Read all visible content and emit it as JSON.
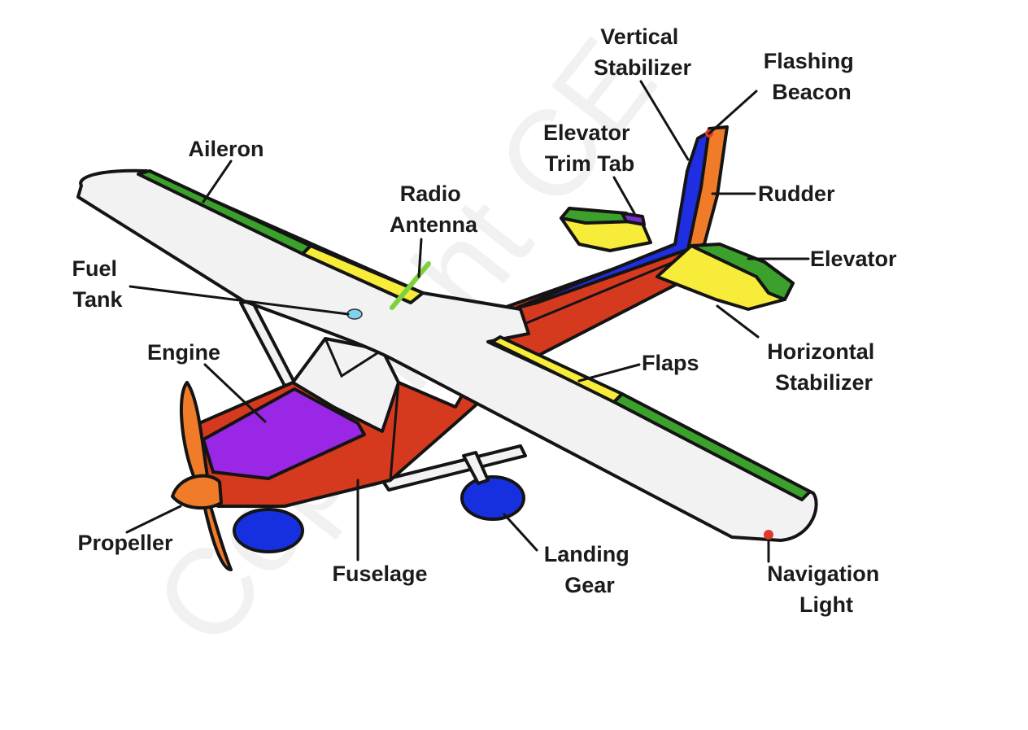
{
  "watermark": "Copyright CE",
  "colors": {
    "fuselage": "#d63a1e",
    "wing": "#f2f2f2",
    "aileron": "#3ca02c",
    "flaps": "#f7ec3a",
    "vertical_stabilizer": "#1f2ee0",
    "rudder": "#f07c2a",
    "elevator": "#3ca02c",
    "horizontal_stabilizer": "#f7ec3a",
    "engine": "#9b27e6",
    "propeller": "#f07c2a",
    "landing_gear": "#1630e0",
    "fuel_tank": "#7fd3ee",
    "radio_antenna": "#7ed13a",
    "lights": "#e03a2a"
  },
  "labels": {
    "vertical_stabilizer": [
      "Vertical",
      "Stabilizer"
    ],
    "flashing_beacon": [
      "Flashing",
      "Beacon"
    ],
    "elevator_trim_tab": [
      "Elevator",
      "Trim Tab"
    ],
    "aileron": [
      "Aileron"
    ],
    "radio_antenna": [
      "Radio",
      "Antenna"
    ],
    "rudder": [
      "Rudder"
    ],
    "elevator": [
      "Elevator"
    ],
    "fuel_tank": [
      "Fuel",
      "Tank"
    ],
    "engine": [
      "Engine"
    ],
    "flaps": [
      "Flaps"
    ],
    "horizontal_stabilizer": [
      "Horizontal",
      "Stabilizer"
    ],
    "propeller": [
      "Propeller"
    ],
    "fuselage": [
      "Fuselage"
    ],
    "landing_gear": [
      "Landing",
      "Gear"
    ],
    "navigation_light": [
      "Navigation",
      "Light"
    ]
  }
}
